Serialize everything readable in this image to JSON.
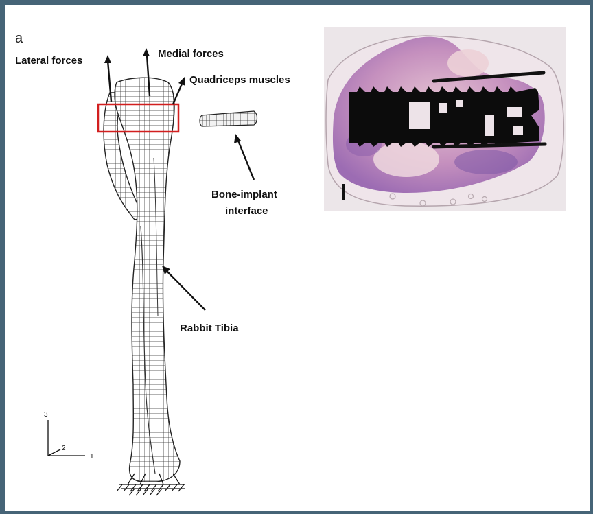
{
  "figure": {
    "panel_letter": "a",
    "labels": {
      "lateral_forces": "Lateral forces",
      "medial_forces": "Medial forces",
      "quadriceps_muscles": "Quadriceps muscles",
      "bone_implant_line1": "Bone-implant",
      "bone_implant_line2": "interface",
      "rabbit_tibia": "Rabbit Tibia"
    },
    "axes": {
      "axis_3": "3",
      "axis_2": "2",
      "axis_1": "1"
    },
    "colors": {
      "frame": "#466477",
      "highlight_box": "#d21f1f",
      "mesh": "#222222",
      "tissue_pink": "#d9a3c4",
      "tissue_purple": "#8f62ad",
      "implant": "#0c0c0c"
    }
  }
}
